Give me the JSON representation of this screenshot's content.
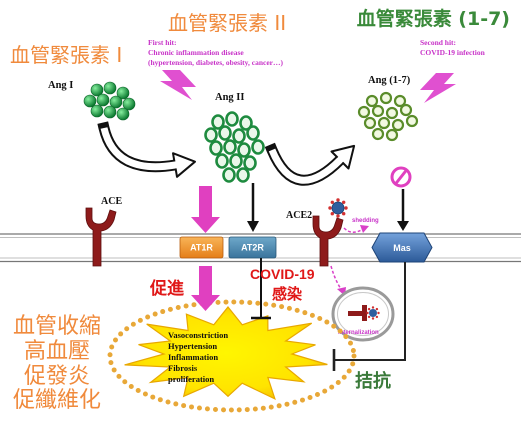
{
  "titles": {
    "angiotensin_1": "血管緊張素 I",
    "angiotensin_2": "血管緊張素 II",
    "angiotensin_1_7": "血管緊張素 (1-7)"
  },
  "molecules": {
    "ang1": "Ang I",
    "ang2": "Ang II",
    "ang1_7": "Ang (1-7)"
  },
  "first_hit": [
    "First hit:",
    "Chronic inflammation disease",
    "(hypertension, diabetes, obesity, cancer…)"
  ],
  "second_hit": [
    "Second hit:",
    "COVID-19 infection"
  ],
  "receptors": {
    "ace": "ACE",
    "ace2": "ACE2",
    "at1r": "AT1R",
    "at2r": "AT2R",
    "mas": "Mas"
  },
  "annotations": {
    "shedding": "shedding",
    "internalization": "internalization",
    "promote": "促進",
    "covid_line1": "COVID-19",
    "covid_line2": "感染",
    "antagonize": "拮抗"
  },
  "effects_en": [
    "Vasoconstriction",
    "Hypertension",
    "Inflammation",
    "Fibrosis",
    "proliferation"
  ],
  "effects_zh": [
    "血管收縮",
    "高血壓",
    "促發炎",
    "促纖維化"
  ],
  "icons": {
    "first_hit": "lightning-bolt-icon",
    "second_hit": "lightning-bolt-icon",
    "virus": "virus-icon",
    "mas_block": "prohibition-icon"
  },
  "colors": {
    "title_orange": "#F08A3C",
    "title_green": "#3A8A3A",
    "hit_magenta": "#C833C8",
    "alert_red": "#E01818",
    "receptor_red": "#8E1B1B",
    "at1r": "#F0962E",
    "at2r": "#4E8CB4",
    "mas": "#3E72B0",
    "star_yellow": "#FFEA00",
    "ang_green": "#1E8B3F"
  }
}
